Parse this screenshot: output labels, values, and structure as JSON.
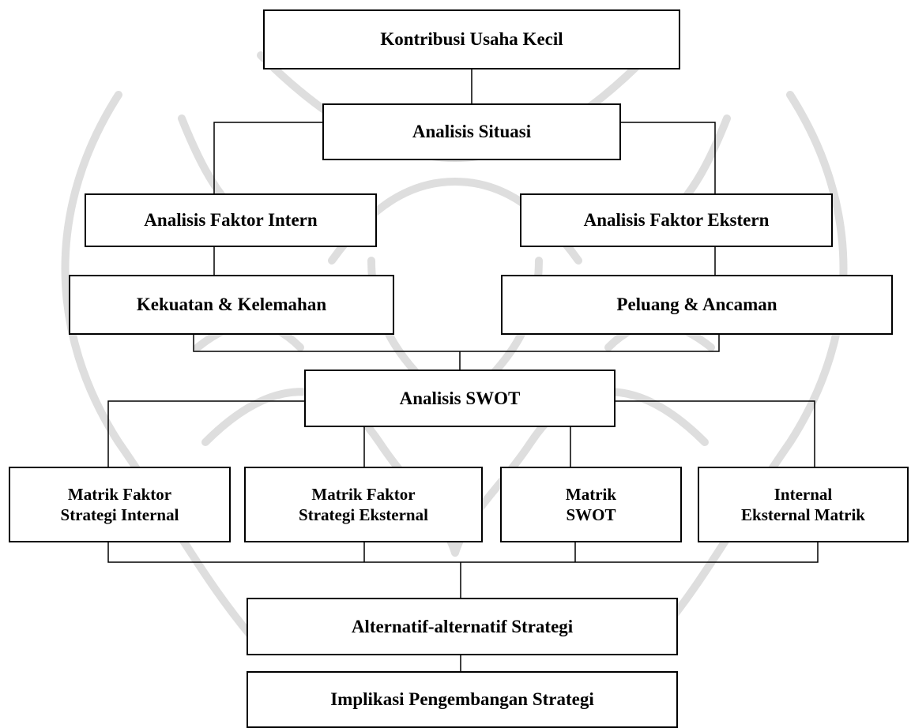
{
  "diagram": {
    "nodes": {
      "kontribusi": "Kontribusi Usaha Kecil",
      "situasi": "Analisis Situasi",
      "intern": "Analisis Faktor Intern",
      "ekstern": "Analisis Faktor Ekstern",
      "kekuatan": "Kekuatan & Kelemahan",
      "peluang": "Peluang &  Ancaman",
      "swot": "Analisis SWOT",
      "ifas_l1": "Matrik Faktor",
      "ifas_l2": "Strategi Internal",
      "efas_l1": "Matrik Faktor",
      "efas_l2": "Strategi Eksternal",
      "mswot_l1": "Matrik",
      "mswot_l2": "SWOT",
      "ie_l1": "Internal",
      "ie_l2": "Eksternal Matrik",
      "alternatif": "Alternatif-alternatif Strategi",
      "implikasi": "Implikasi Pengembangan Strategi"
    },
    "colors": {
      "line": "#000000",
      "box_border": "#000000",
      "watermark": "#d8d8d8"
    }
  }
}
